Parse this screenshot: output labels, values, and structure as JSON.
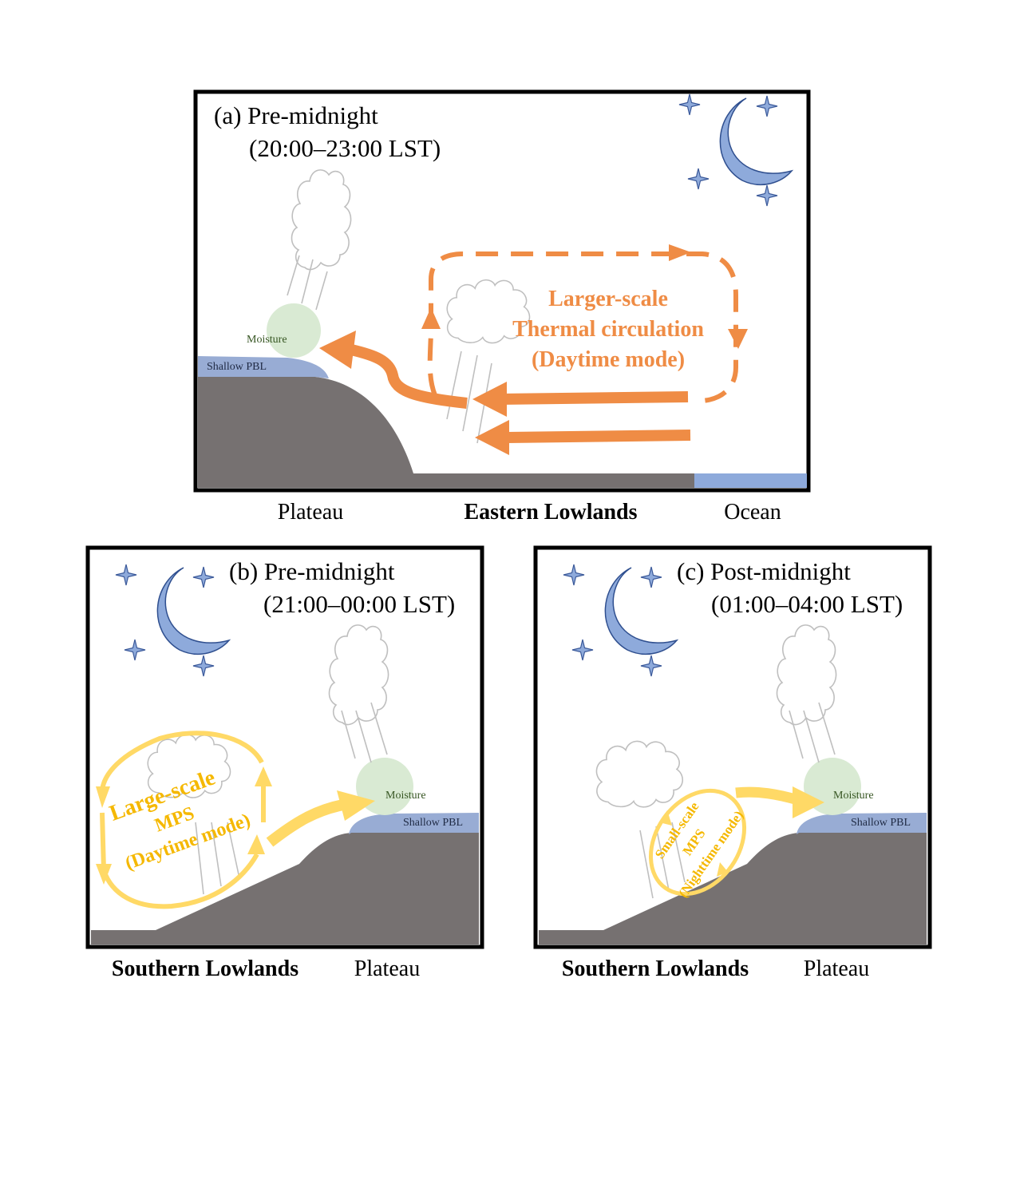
{
  "colors": {
    "orange": "#ef8c45",
    "yellow": "#ffd966",
    "yellow_text": "#f5b800",
    "terrain": "#767171",
    "pbl": "#98acd4",
    "moisture": "#d9ead3",
    "ocean": "#8eaadb",
    "moon": "#8eaadb",
    "star": "#4a6aa8"
  },
  "panel_a": {
    "title": "(a) Pre-midnight",
    "time": "(20:00–23:00 LST)",
    "moisture": "Moisture",
    "pbl": "Shallow PBL",
    "circulation": [
      "Larger-scale",
      "Thermal circulation",
      "(Daytime mode)"
    ],
    "labels": {
      "left": "Plateau",
      "middle": "Eastern Lowlands",
      "right": "Ocean"
    }
  },
  "panel_b": {
    "title": "(b) Pre-midnight",
    "time": "(21:00–00:00 LST)",
    "moisture": "Moisture",
    "pbl": "Shallow PBL",
    "mps": [
      "Large-scale",
      "MPS",
      "(Daytime mode)"
    ],
    "labels": {
      "left": "Southern Lowlands",
      "right": "Plateau"
    }
  },
  "panel_c": {
    "title": "(c) Post-midnight",
    "time": "(01:00–04:00 LST)",
    "moisture": "Moisture",
    "pbl": "Shallow PBL",
    "mps": [
      "Small-scale",
      "MPS",
      "(Nighttime mode)"
    ],
    "labels": {
      "left": "Southern Lowlands",
      "right": "Plateau"
    }
  }
}
